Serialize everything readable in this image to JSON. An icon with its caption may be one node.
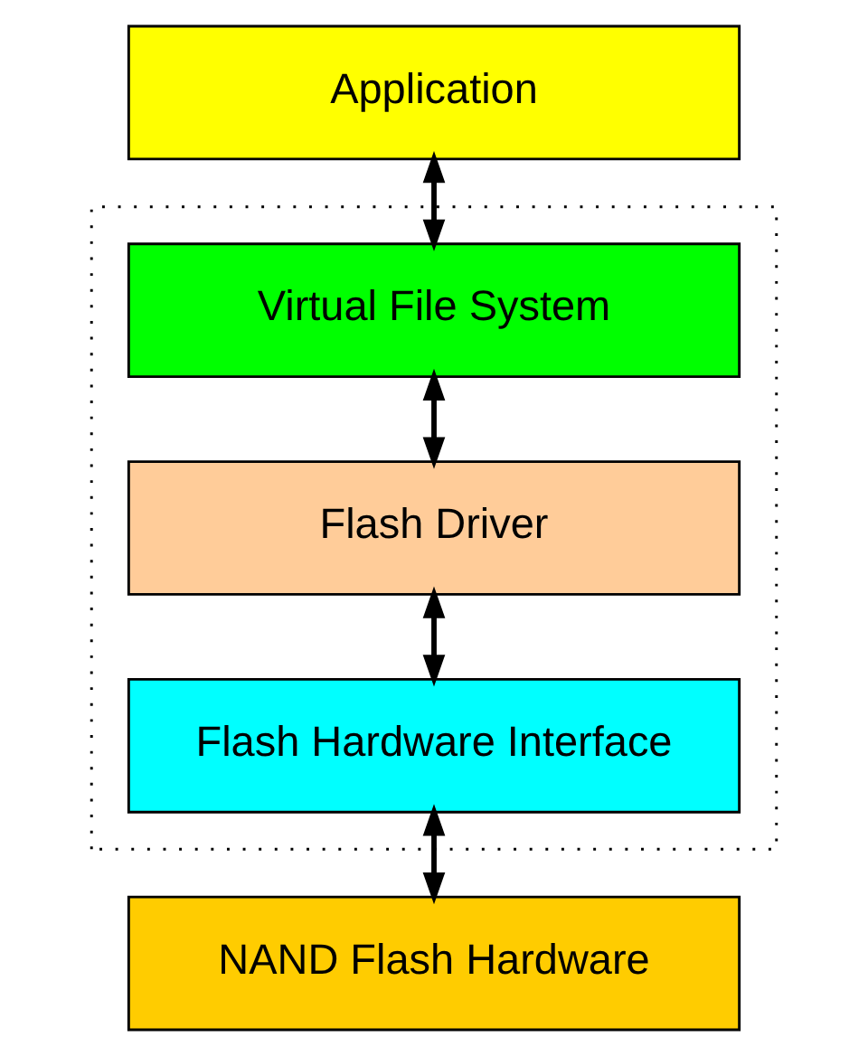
{
  "diagram": {
    "nodes": [
      {
        "text": [
          "Application"
        ]
      },
      {
        "text": [],
        "shape": "box"
      },
      {
        "text": [
          "Virtual File System"
        ],
        "in": 1
      },
      {
        "text": [
          "Flash Driver"
        ],
        "in": 1
      },
      {
        "text": [
          "Flash Hardware Interface"
        ],
        "in": 1
      },
      {
        "text": [
          "NAND Flash Hardware"
        ]
      }
    ],
    "edges": [
      {
        "from": 0,
        "to": 2,
        "arrow": "both"
      },
      {
        "from": 2,
        "to": 3,
        "arrow": "both"
      },
      {
        "from": 3,
        "to": 4,
        "arrow": "both"
      },
      {
        "from": 4,
        "to": 5,
        "arrow": "both"
      }
    ]
  }
}
